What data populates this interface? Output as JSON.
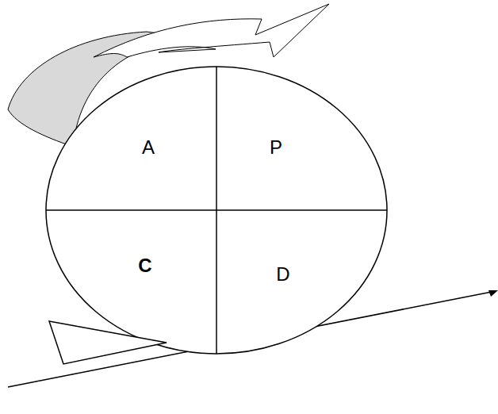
{
  "diagram": {
    "nodes": [
      {
        "text": [
          "A"
        ]
      },
      {
        "text": [
          "P"
        ]
      },
      {
        "text": [
          "C"
        ]
      },
      {
        "text": [
          "D"
        ]
      }
    ]
  }
}
